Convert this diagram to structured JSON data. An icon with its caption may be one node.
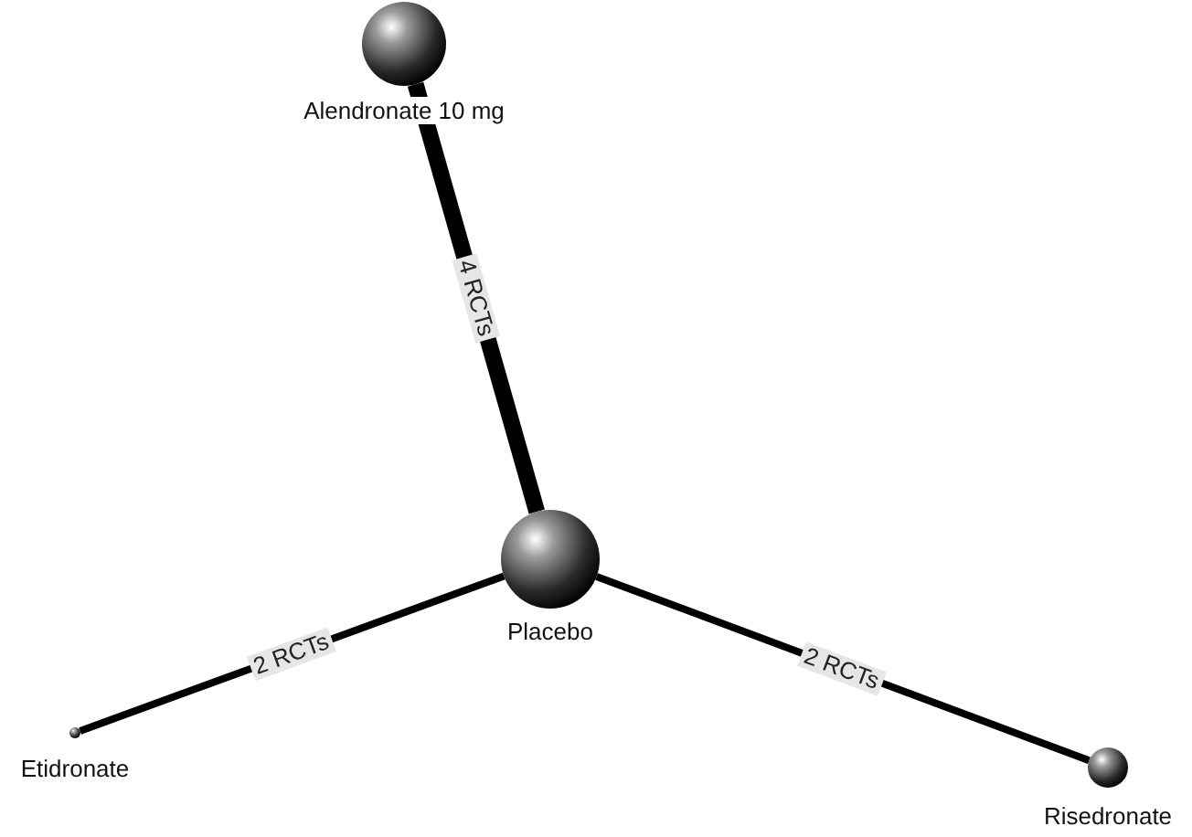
{
  "diagram": {
    "nodes": [
      {
        "text": [
          "Alendronate 10 mg"
        ]
      },
      {
        "text": [
          "Placebo"
        ]
      },
      {
        "text": [
          "Etidronate"
        ]
      },
      {
        "text": [
          "Risedronate"
        ]
      }
    ],
    "edges": [
      {
        "from": 0,
        "to": 1,
        "arrow": "none",
        "label": "4 RCTs",
        "style": "thick"
      },
      {
        "from": 1,
        "to": 2,
        "arrow": "none",
        "label": "2 RCTs"
      },
      {
        "from": 1,
        "to": 3,
        "arrow": "none",
        "label": "2 RCTs"
      }
    ]
  }
}
